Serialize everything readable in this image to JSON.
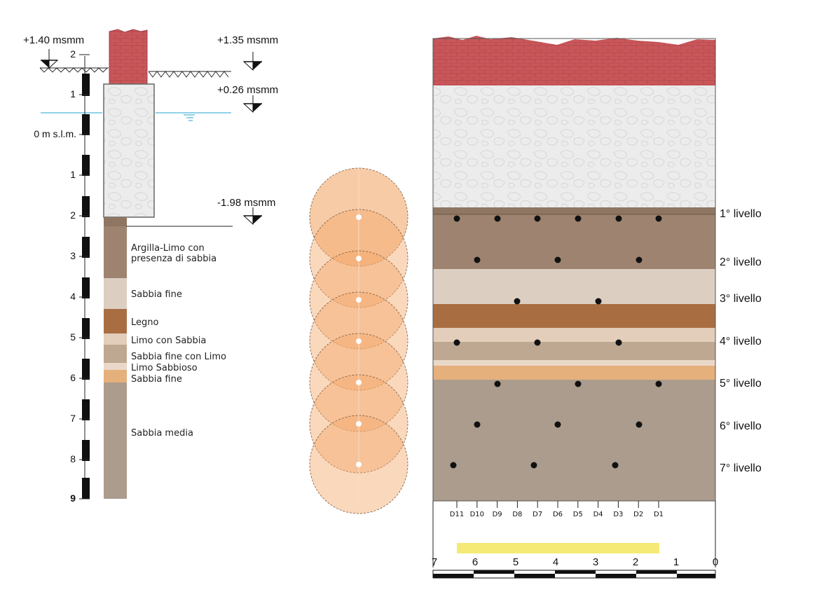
{
  "elevations": {
    "top_left": "+1.40 msmm",
    "ground": "+1.35 msmm",
    "water": "+0.26 msmm",
    "base": "-1.98 msmm",
    "zero_label": "0 m s.l.m."
  },
  "depth_scale": {
    "labels": [
      "2",
      "1",
      "1",
      "2",
      "3",
      "4",
      "5",
      "6",
      "7",
      "8",
      "9"
    ]
  },
  "strata": [
    {
      "name": "Argilla-Limo con",
      "name2": "presenza di sabbia",
      "color": "#9e8470"
    },
    {
      "name": "Sabbia fine",
      "color": "#dccfc2"
    },
    {
      "name": "Legno",
      "color": "#a86e42"
    },
    {
      "name": "Limo con Sabbia",
      "color": "#e3cdbb"
    },
    {
      "name": "Sabbia fine con Limo",
      "color": "#bfa891"
    },
    {
      "name": "Limo Sabbioso",
      "color": "#ead8c8"
    },
    {
      "name": "Sabbia fine",
      "color": "#e5b07c"
    },
    {
      "name": "Sabbia media",
      "color": "#ab9c8d"
    }
  ],
  "levels": [
    "1° livello",
    "2° livello",
    "3° livello",
    "4° livello",
    "5° livello",
    "6° livello",
    "7° livello"
  ],
  "columns": [
    "D11",
    "D10",
    "D9",
    "D8",
    "D7",
    "D6",
    "D5",
    "D4",
    "D3",
    "D2",
    "D1"
  ],
  "bottom_scale": {
    "labels": [
      "7",
      "6",
      "5",
      "4",
      "3",
      "2",
      "1",
      "0"
    ]
  },
  "colors": {
    "brick": "#c9575a",
    "stone": "#eaeaea",
    "water_line": "#4fb8da",
    "highlight_bar": "#f5ea76",
    "circle_fill": "#f4a86b"
  }
}
